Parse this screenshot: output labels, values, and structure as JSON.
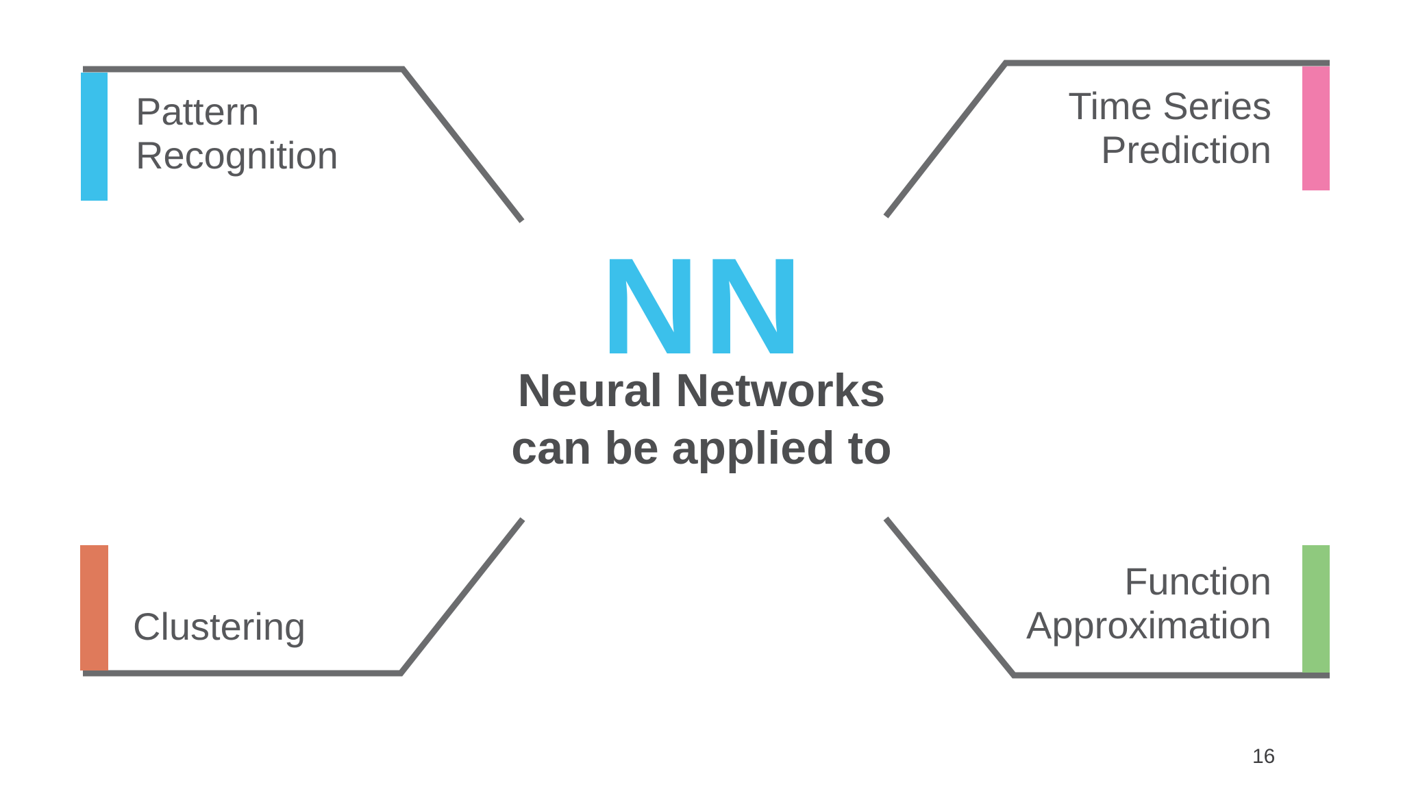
{
  "center": {
    "acronym": "NN",
    "line1": "Neural Networks",
    "line2": "can be applied to"
  },
  "topics": {
    "top_left": {
      "label": "Pattern\nRecognition",
      "bar_color": "#3BC0EB"
    },
    "top_right": {
      "label": "Time Series\nPrediction",
      "bar_color": "#F17CAC"
    },
    "bottom_left": {
      "label": "Clustering",
      "bar_color": "#DF7A5B"
    },
    "bottom_right": {
      "label": "Function\nApproximation",
      "bar_color": "#8FC97E"
    }
  },
  "page_number": "16",
  "colors": {
    "connector_line": "#6B6C6E",
    "label_text": "#57585B",
    "center_text": "#4D4E50",
    "accent_cyan": "#3BC0EB",
    "background": "#FFFFFF"
  }
}
